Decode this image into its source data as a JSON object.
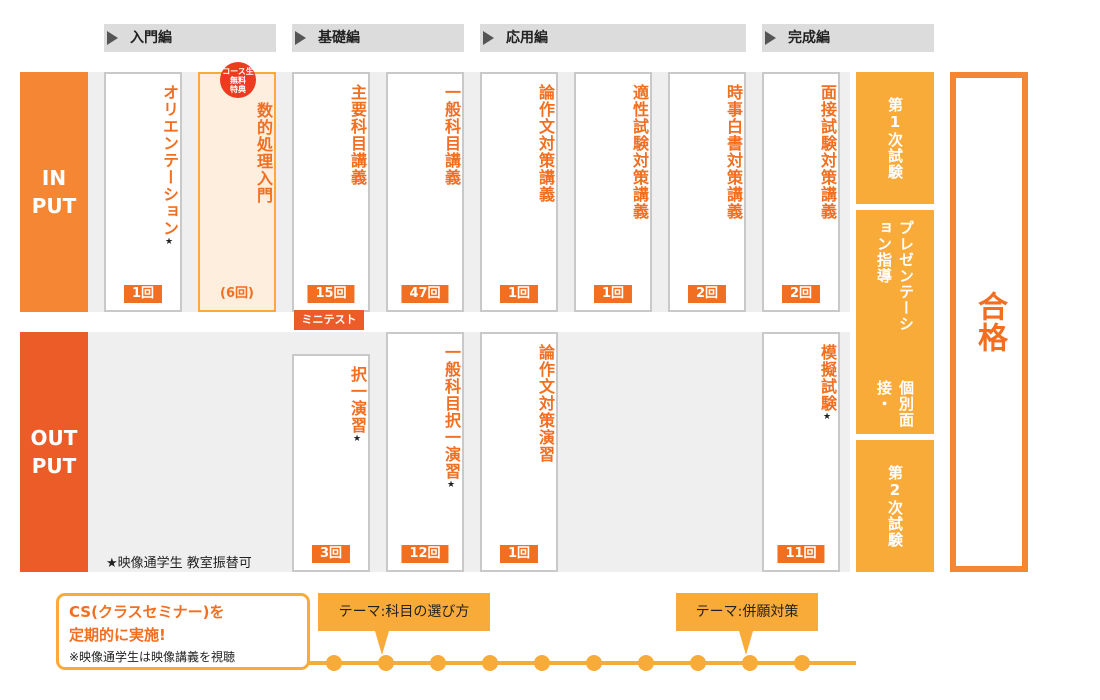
{
  "phases": [
    "入門編",
    "基礎編",
    "応用編",
    "完成編"
  ],
  "rows": {
    "input": [
      "IN",
      "PUT"
    ],
    "output": [
      "OUT",
      "PUT"
    ]
  },
  "input_courses": [
    {
      "title": "オリエンテーション",
      "star": "★",
      "count": "1回"
    },
    {
      "title": "数的処理入門",
      "count": "(6回)",
      "badge": [
        "コース生",
        "無料",
        "特典"
      ]
    },
    {
      "title": "主要科目講義",
      "count": "15回",
      "extra": "ミニテスト"
    },
    {
      "title": "一般科目講義",
      "count": "47回"
    },
    {
      "title": "論作文対策講義",
      "count": "1回"
    },
    {
      "title": "適性試験対策講義",
      "count": "1回"
    },
    {
      "title": "時事白書対策講義",
      "count": "2回"
    },
    {
      "title": "面接試験対策講義",
      "count": "2回"
    }
  ],
  "output_courses": [
    {
      "title": "択一演習",
      "star": "★",
      "count": "3回"
    },
    {
      "title": "一般科目択一演習",
      "star": "★",
      "count": "12回"
    },
    {
      "title": "論作文対策演習",
      "count": "1回"
    },
    {
      "title": "模擬試験",
      "star": "★",
      "count": "11回"
    }
  ],
  "exams": {
    "first": "第1次試験",
    "presentation_a": "プレゼンテーション指導",
    "presentation_b": "個別面接・",
    "second": "第2次試験"
  },
  "goal": "合格",
  "note": "★映像通学生 教室振替可",
  "cs": {
    "line1": "CS(クラスセミナー)を",
    "line2": "定期的に実施!",
    "line3": "※映像通学生は映像講義を視聴"
  },
  "themes": [
    "テーマ:科目の選び方",
    "テーマ:併願対策"
  ],
  "colors": {
    "orange": "#f26f21",
    "light_orange": "#f9ab3a",
    "red_orange": "#ec5c28",
    "gray": "#dcdcdc"
  }
}
